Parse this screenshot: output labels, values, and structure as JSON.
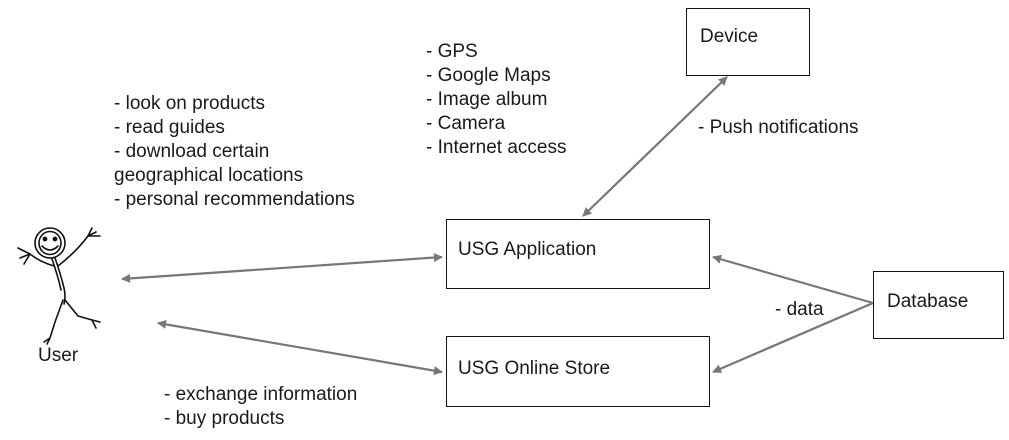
{
  "nodes": {
    "device": "Device",
    "usg_application": "USG Application",
    "usg_online_store": "USG Online Store",
    "database": "Database",
    "user": "User"
  },
  "notes": {
    "user_to_application": [
      "- look on products",
      "- read guides",
      "- download certain",
      "geographical locations",
      "- personal recommendations"
    ],
    "device_features": [
      "- GPS",
      "- Google Maps",
      "- Image album",
      "- Camera",
      "- Internet access"
    ],
    "user_to_store": [
      "- exchange information",
      "- buy products"
    ]
  },
  "edge_labels": {
    "device_application": "- Push notifications",
    "database_links": "- data"
  },
  "colors": {
    "arrow": "#777777",
    "border": "#111111",
    "text": "#1a1a1a"
  }
}
